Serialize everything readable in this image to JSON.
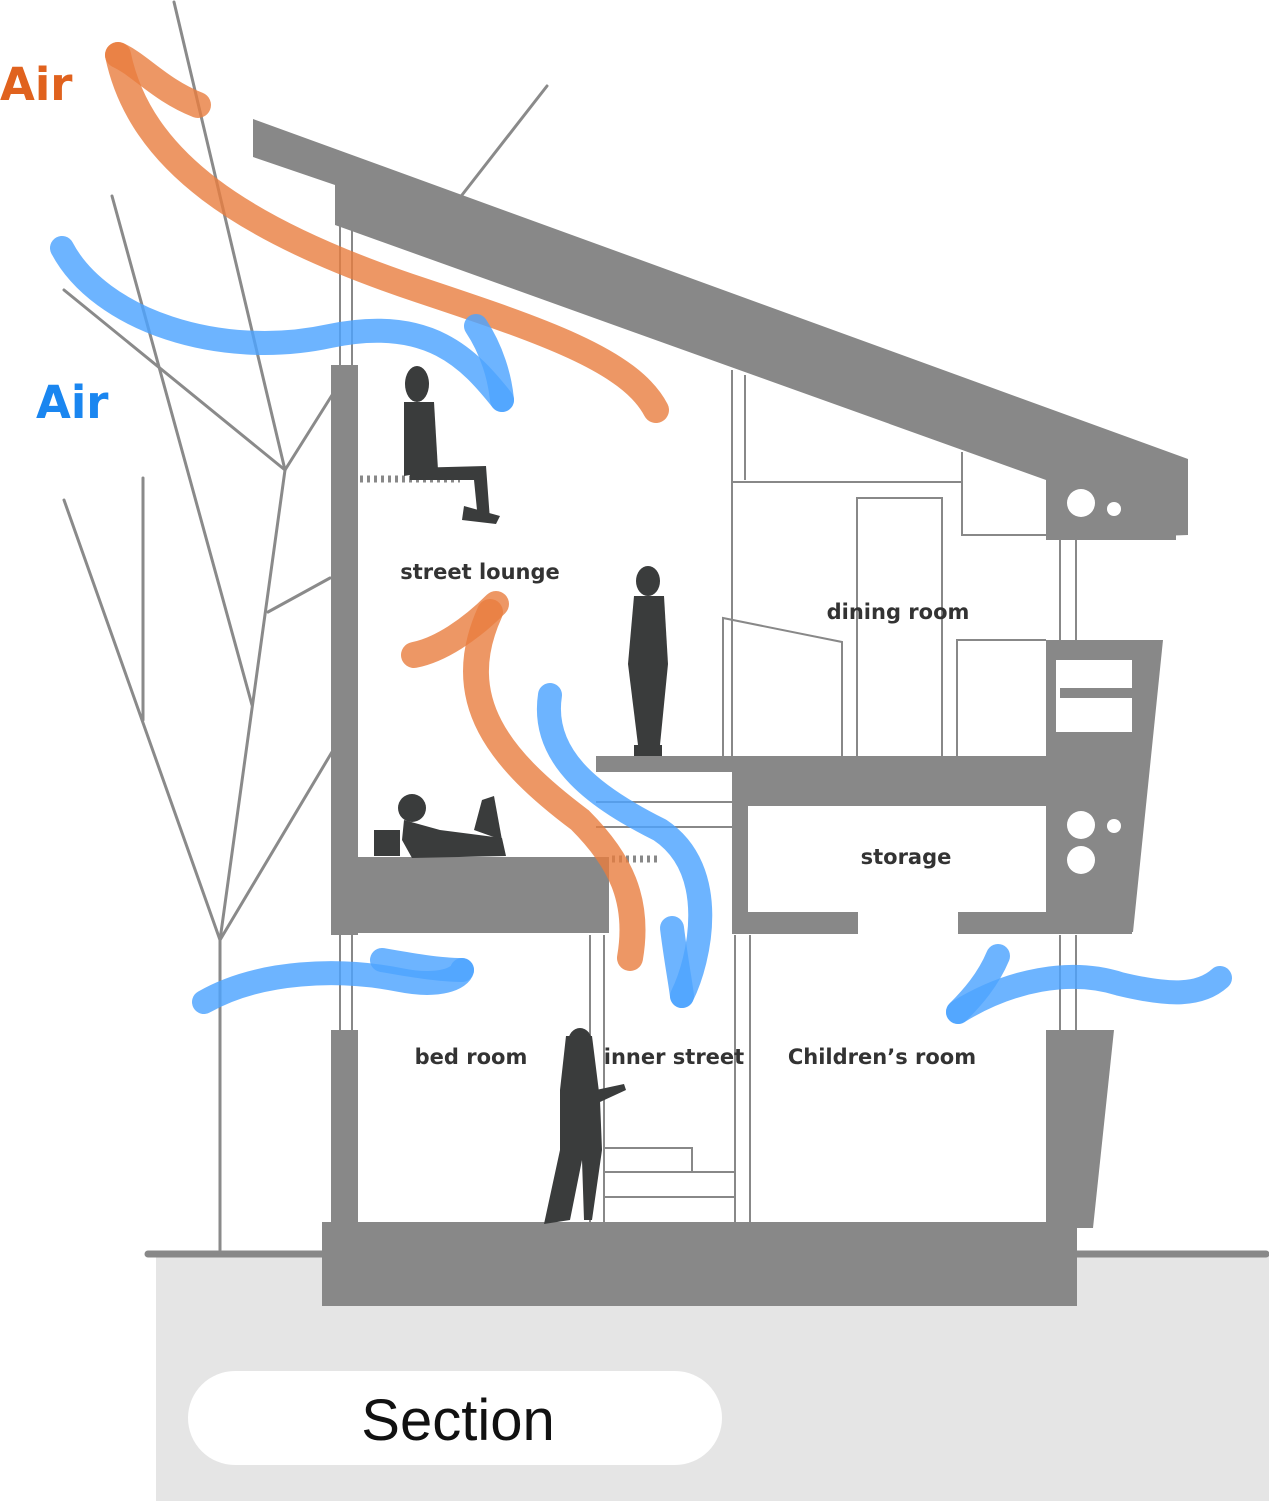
{
  "labels": {
    "air_warm": "Air",
    "air_cool": "Air",
    "street_lounge": "street lounge",
    "dining_room": "dining room",
    "storage": "storage",
    "bed_room": "bed room",
    "inner_street": "inner street",
    "childrens_room": "Children’s room",
    "caption": "Section"
  },
  "colors": {
    "warm_air": "#e87d3e",
    "cool_air": "#4da3ff",
    "structure": "#888888",
    "ground": "#e5e5e5",
    "figures": "#3a3c3c"
  }
}
